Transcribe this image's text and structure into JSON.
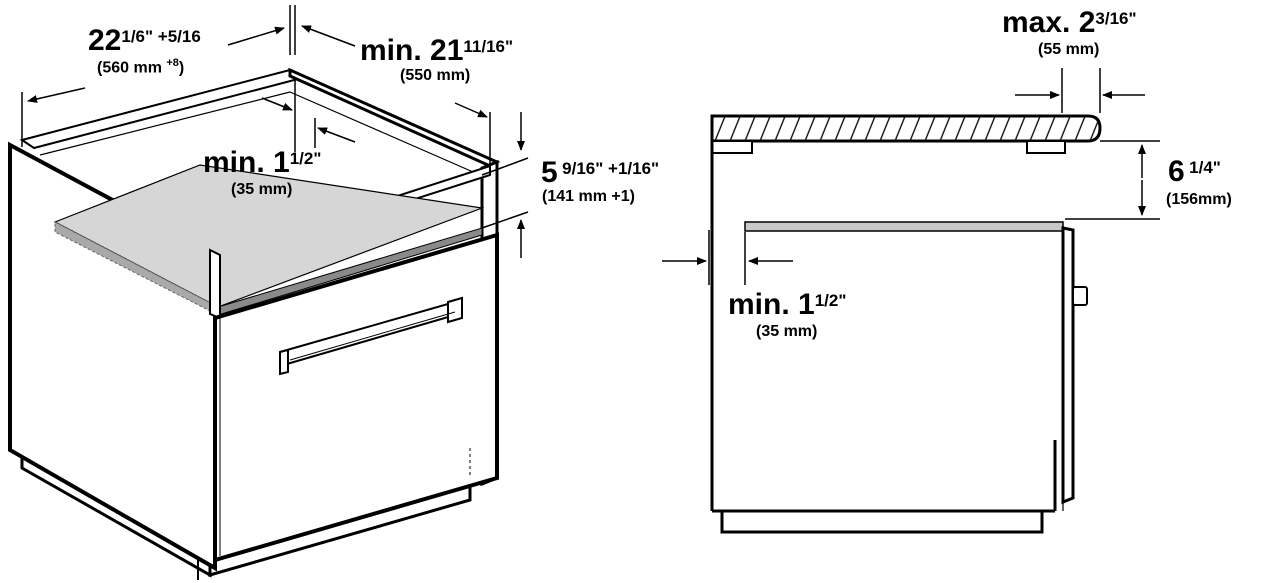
{
  "left_view": {
    "width": {
      "main": "22",
      "fraction": "1/6\" +5/16",
      "metric": "(560 mm",
      "metric_tol": "+8",
      "metric_close": ")"
    },
    "depth": {
      "main": "min. 21",
      "fraction": "11/16\"",
      "metric": "(550 mm)"
    },
    "setback": {
      "main": "min. 1",
      "fraction": "1/2\"",
      "metric": "(35 mm)"
    },
    "height": {
      "main": "5",
      "fraction": "9/16\" +1/16\"",
      "metric": "(141 mm +1)"
    }
  },
  "right_view": {
    "overhang": {
      "main": "max. 2",
      "fraction": "3/16\"",
      "metric": "(55 mm)"
    },
    "gap": {
      "main": "6",
      "fraction": "1/4\"",
      "metric": "(156mm)"
    },
    "front_clearance": {
      "main": "min. 1",
      "fraction": "1/2\"",
      "metric": "(35 mm)"
    }
  }
}
